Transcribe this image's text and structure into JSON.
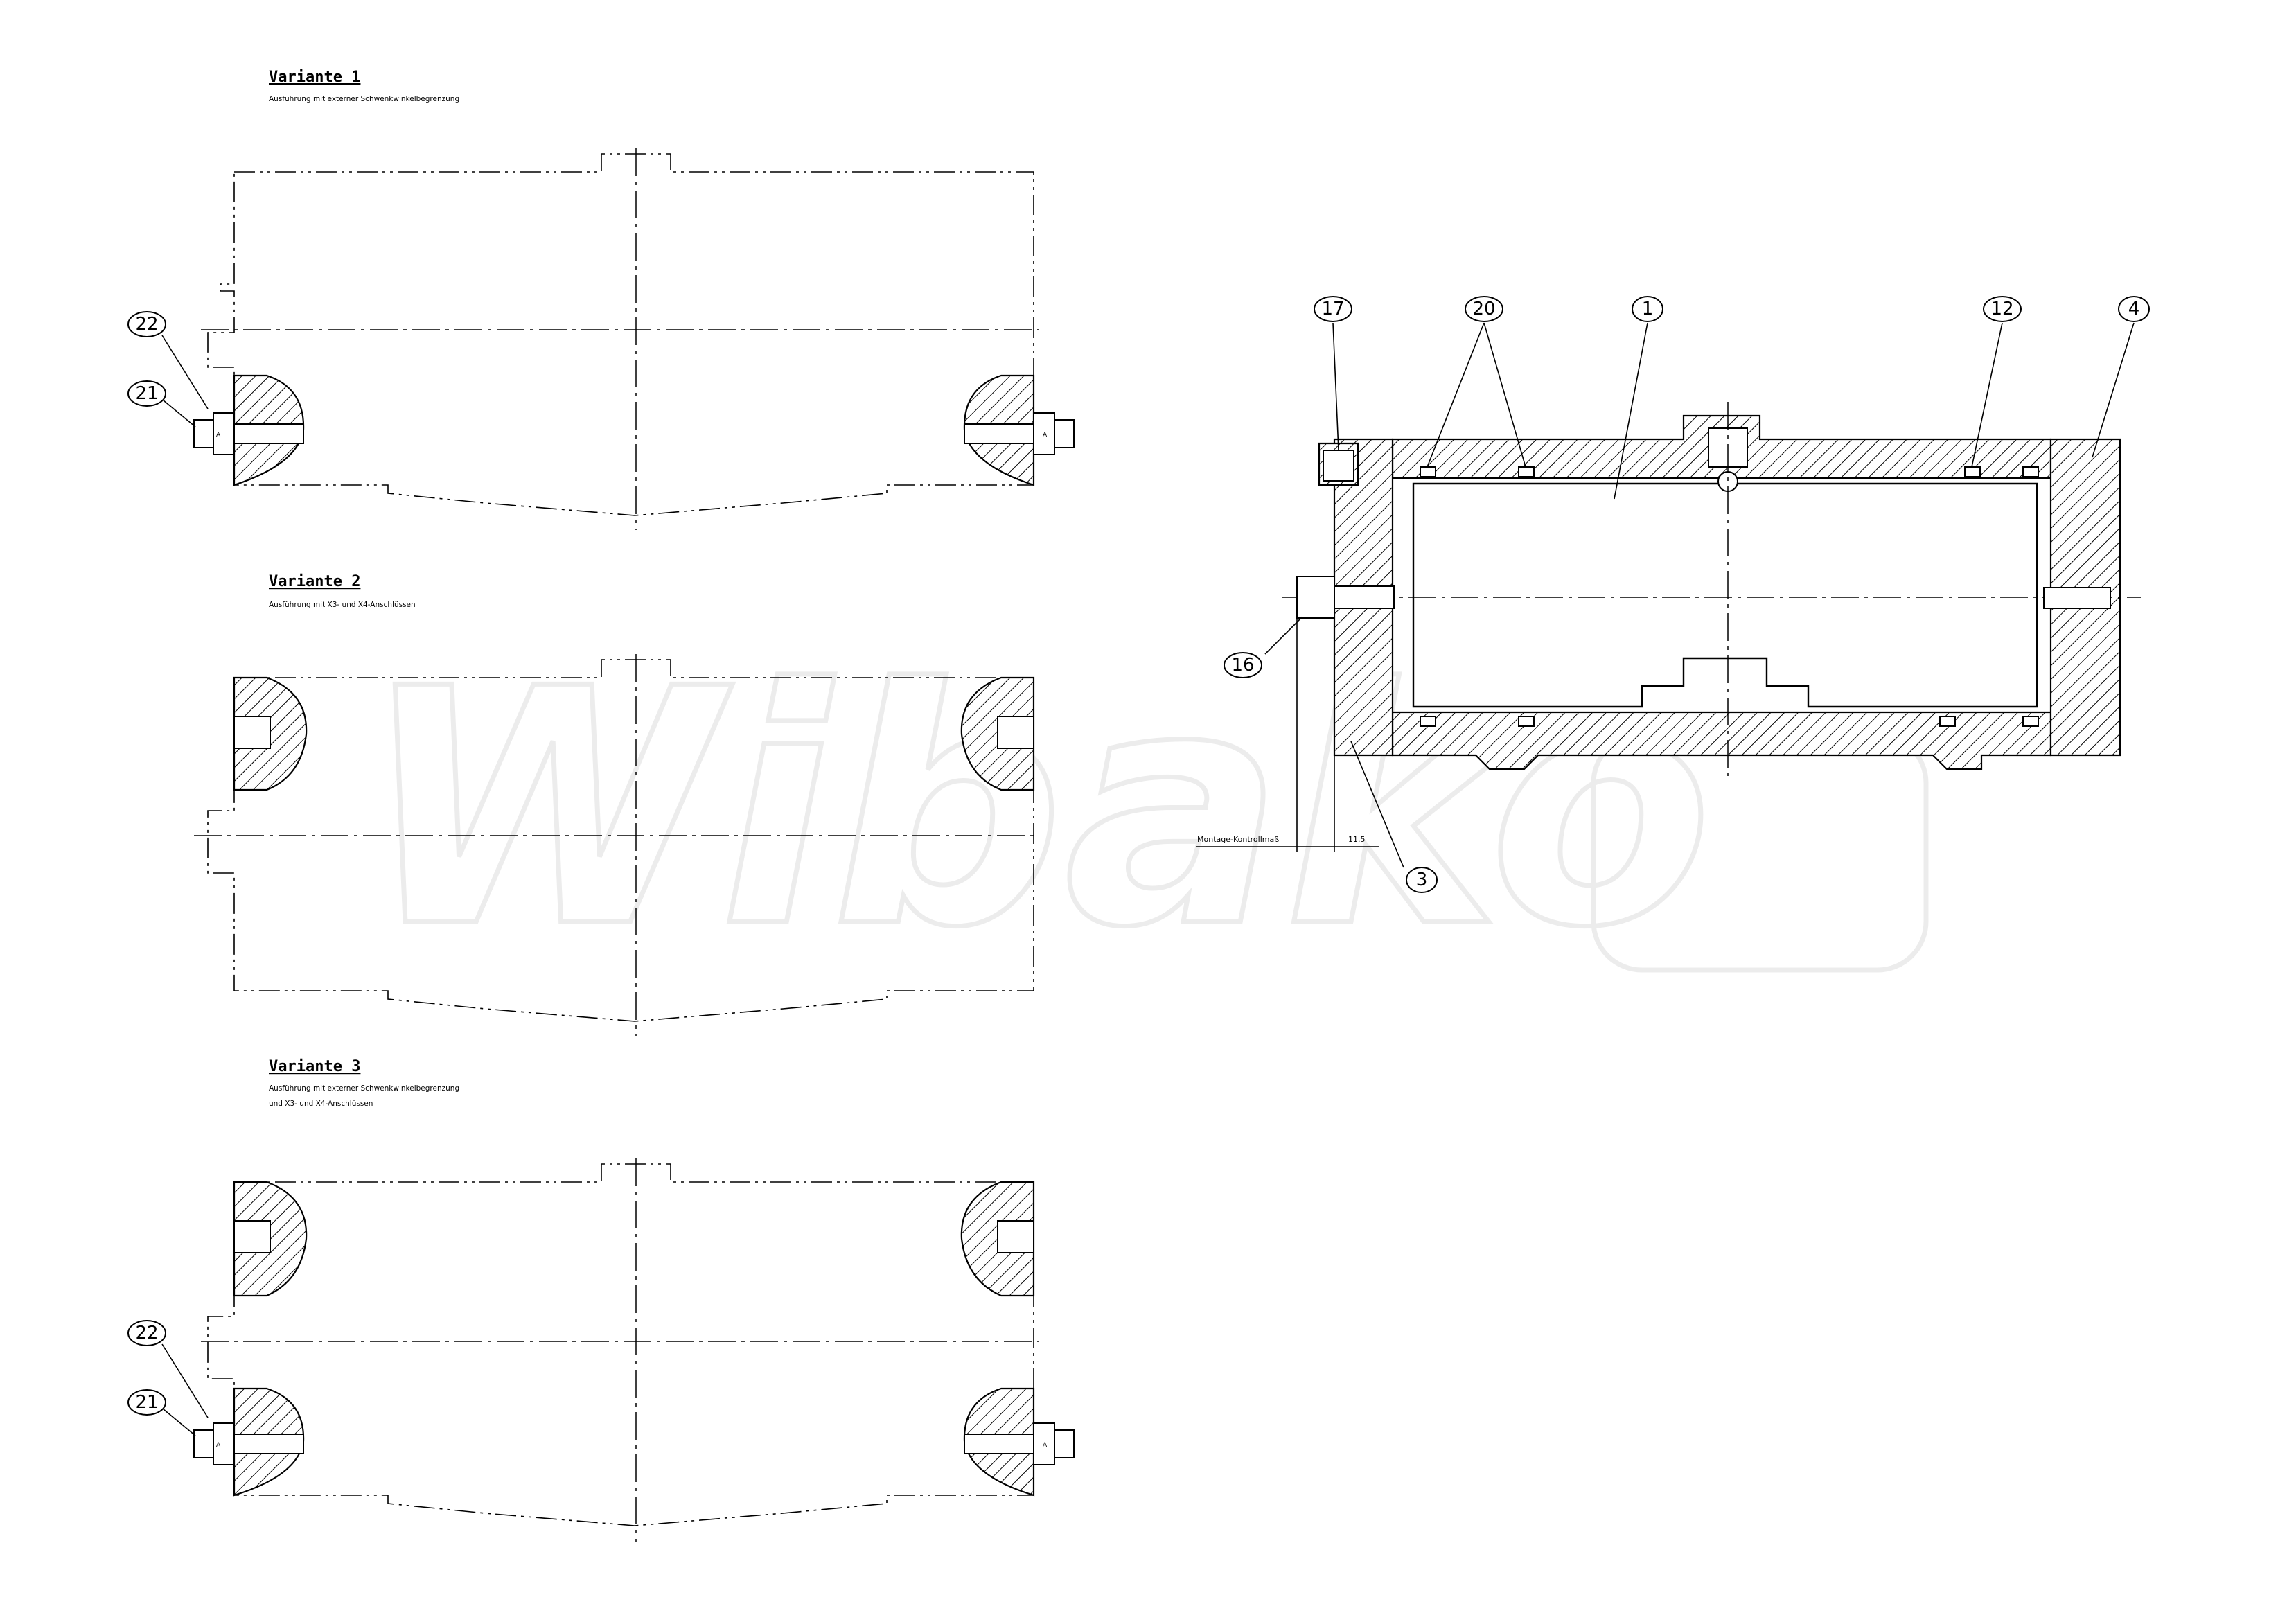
{
  "variants": [
    {
      "title": "Variante 1",
      "desc": [
        "Ausführung mit externer Schwenkwinkelbegrenzung"
      ]
    },
    {
      "title": "Variante 2",
      "desc": [
        "Ausführung mit X3- und X4-Anschlüssen"
      ]
    },
    {
      "title": "Variante 3",
      "desc": [
        "Ausführung mit externer Schwenkwinkelbegrenzung",
        "und X3- und X4-Anschlüssen"
      ]
    }
  ],
  "balloons": {
    "v1_22": "22",
    "v1_21": "21",
    "v3_22": "22",
    "v3_21": "21",
    "m_17": "17",
    "m_20": "20",
    "m_1": "1",
    "m_12": "12",
    "m_4": "4",
    "m_16": "16",
    "m_3": "3"
  },
  "dimensions": {
    "montage_label": "Montage-Kontrollmaß",
    "montage_value": "11.5"
  },
  "bolt_marking": "A",
  "watermark": "Wibako"
}
